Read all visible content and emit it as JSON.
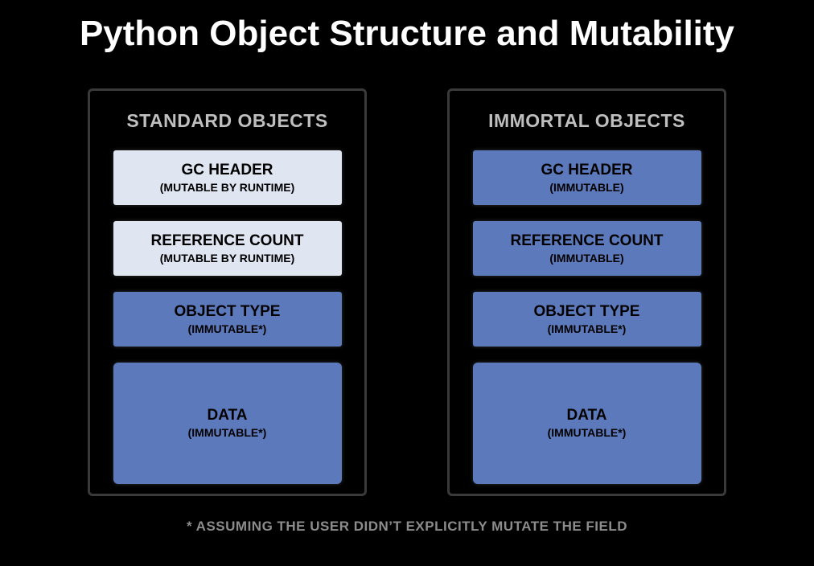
{
  "title": "Python Object Structure and Mutability",
  "footnote": "* ASSUMING THE USER DIDN’T EXPLICITLY MUTATE THE FIELD",
  "colors": {
    "background": "#000000",
    "title_text": "#FFFFFF",
    "panel_border": "#3A3A3A",
    "panel_title_text": "#BFBFBF",
    "mutable_box_fill": "#E0E5F2",
    "immutable_box_fill": "#5C79BC",
    "box_text": "#000000",
    "footnote_text": "#8C8C8C"
  },
  "panels": [
    {
      "title": "STANDARD OBJECTS",
      "boxes": [
        {
          "label": "GC HEADER",
          "sublabel": "(MUTABLE BY RUNTIME)",
          "style": "light",
          "size": "small"
        },
        {
          "label": "REFERENCE COUNT",
          "sublabel": "(MUTABLE BY RUNTIME)",
          "style": "light",
          "size": "small"
        },
        {
          "label": "OBJECT TYPE",
          "sublabel": "(IMMUTABLE*)",
          "style": "blue",
          "size": "small"
        },
        {
          "label": "DATA",
          "sublabel": "(IMMUTABLE*)",
          "style": "blue",
          "size": "large"
        }
      ]
    },
    {
      "title": "IMMORTAL OBJECTS",
      "boxes": [
        {
          "label": "GC HEADER",
          "sublabel": "(IMMUTABLE)",
          "style": "blue",
          "size": "small"
        },
        {
          "label": "REFERENCE COUNT",
          "sublabel": "(IMMUTABLE)",
          "style": "blue",
          "size": "small"
        },
        {
          "label": "OBJECT TYPE",
          "sublabel": "(IMMUTABLE*)",
          "style": "blue",
          "size": "small"
        },
        {
          "label": "DATA",
          "sublabel": "(IMMUTABLE*)",
          "style": "blue",
          "size": "large"
        }
      ]
    }
  ]
}
